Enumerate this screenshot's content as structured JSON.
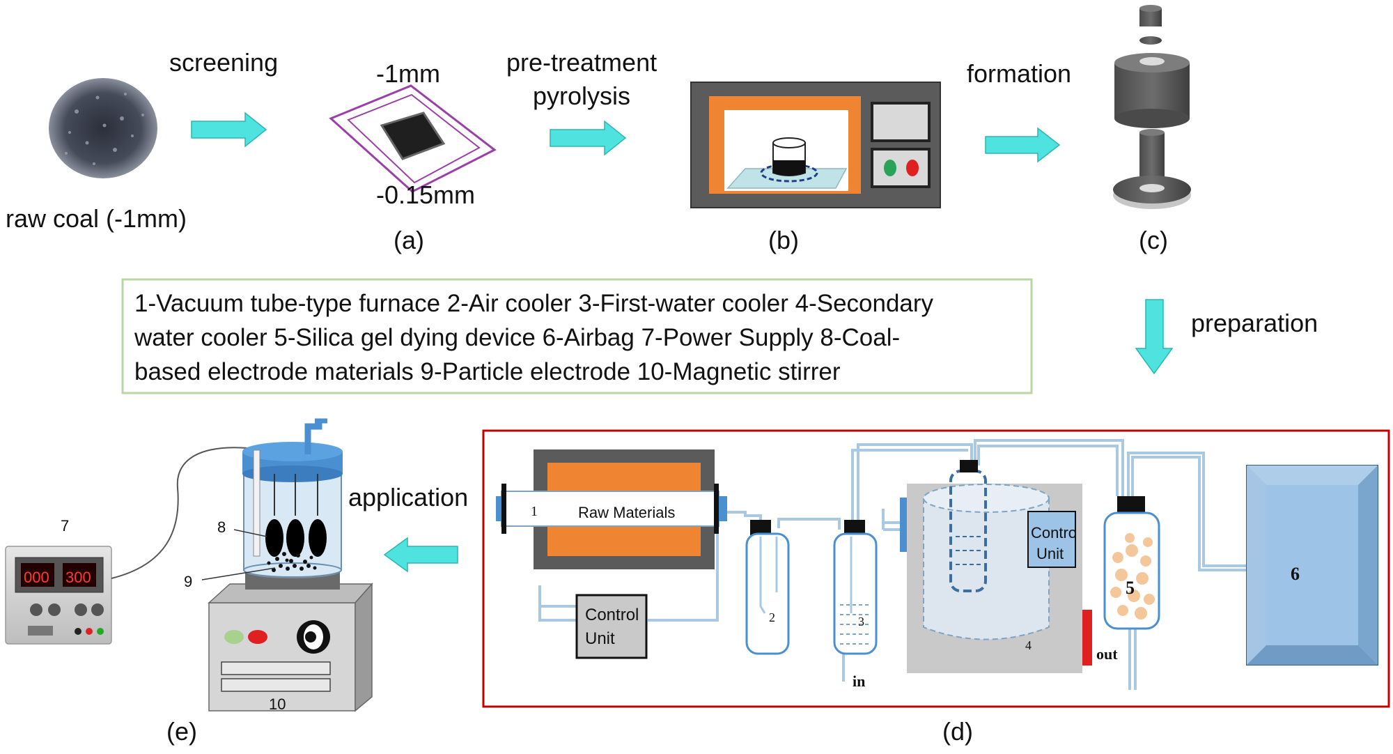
{
  "flow": {
    "raw_coal": "raw coal (-1mm)",
    "screening": "screening",
    "size_top": "-1mm",
    "size_bottom": "-0.15mm",
    "pretreatment": "pre-treatment",
    "pyrolysis": "pyrolysis",
    "formation": "formation",
    "preparation": "preparation",
    "application": "application"
  },
  "panels": {
    "a": "(a)",
    "b": "(b)",
    "c": "(c)",
    "d": "(d)",
    "e": "(e)"
  },
  "legend": {
    "lines": [
      "1-Vacuum tube-type furnace  2-Air cooler  3-First-water cooler  4-Secondary",
      "water cooler  5-Silica gel dying device  6-Airbag  7-Power Supply  8-Coal-",
      "based electrode materials  9-Particle electrode 10-Magnetic stirrer"
    ]
  },
  "apparatus": {
    "raw_materials": "Raw Materials",
    "control_unit_line1": "Control",
    "control_unit_line2": "Unit",
    "cooler_control_line1": "Contro",
    "cooler_control_line2": "Unit",
    "in": "in",
    "out": "out",
    "n1": "1",
    "n2": "2",
    "n3": "3",
    "n4": "4",
    "n5": "5",
    "n6": "6",
    "n7": "7",
    "n8": "8",
    "n9": "9",
    "n10": "10"
  },
  "power_supply_display": {
    "left": "000",
    "right": "300"
  },
  "colors": {
    "arrow": "#4fe3df",
    "orange": "#ef8433",
    "dark_grey": "#5b5b5b",
    "frame_red": "#c00000",
    "legend_border": "#b9d7a4",
    "glass_blue": "#d8e8f4",
    "airbag_blue": "#9dc3e6",
    "lid_blue": "#4a8fcf"
  }
}
